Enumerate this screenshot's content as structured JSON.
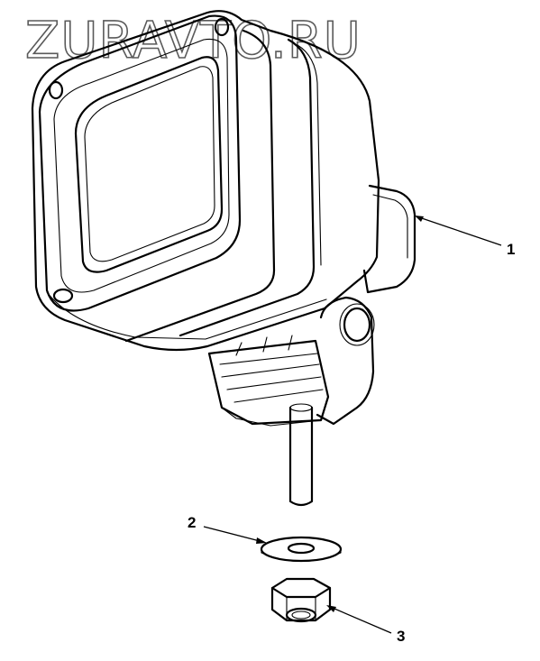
{
  "watermark": "ZURAVTO.RU",
  "callouts": [
    {
      "label": "1"
    },
    {
      "label": "2"
    },
    {
      "label": "3"
    }
  ],
  "colors": {
    "line": "#000000",
    "background": "#ffffff",
    "watermark": "#5a5a5a"
  }
}
